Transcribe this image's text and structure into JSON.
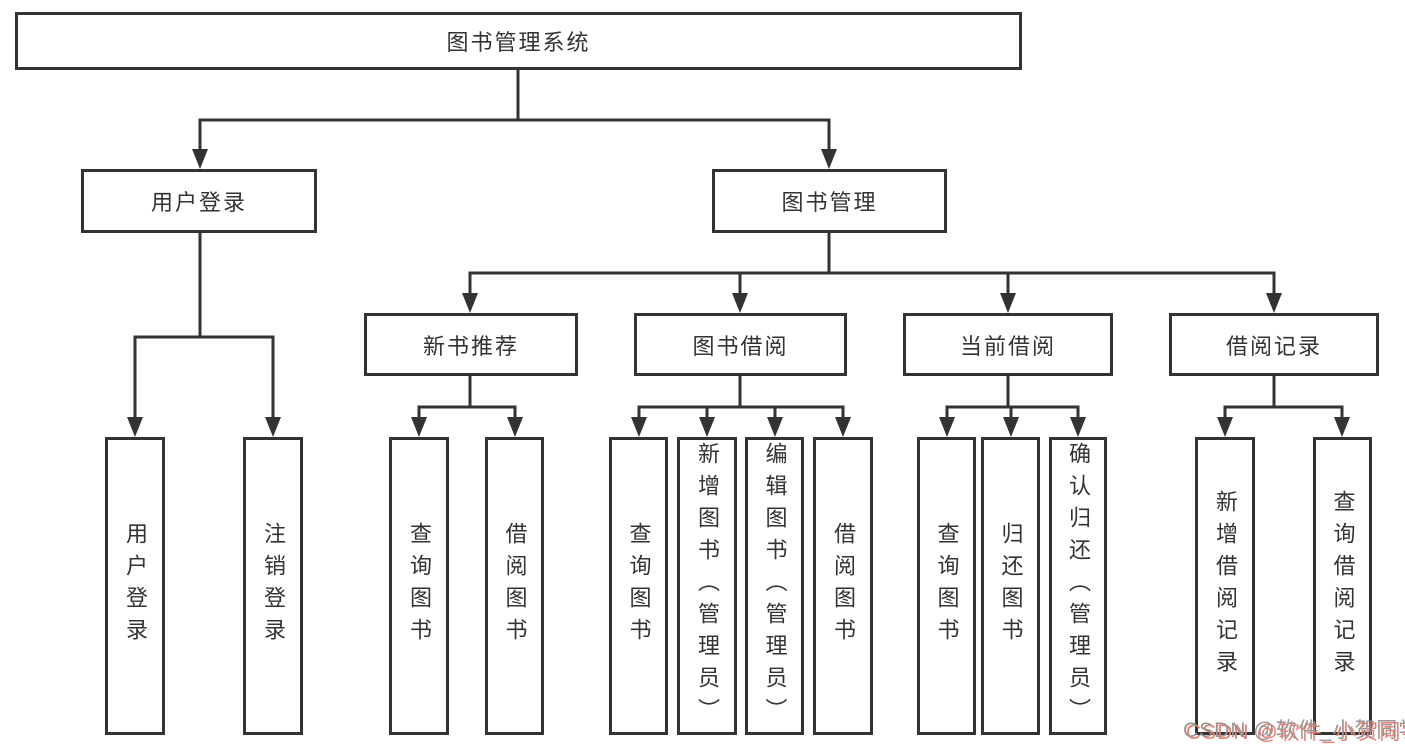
{
  "title": {
    "label": "图书管理系统"
  },
  "level2": [
    {
      "label": "用户登录"
    },
    {
      "label": "图书管理"
    }
  ],
  "level3": [
    {
      "label": "新书推荐"
    },
    {
      "label": "图书借阅"
    },
    {
      "label": "当前借阅"
    },
    {
      "label": "借阅记录"
    }
  ],
  "leaves": {
    "user_login": [
      {
        "label": "用户登录"
      },
      {
        "label": "注销登录"
      }
    ],
    "new_book": [
      {
        "label": "查询图书"
      },
      {
        "label": "借阅图书"
      }
    ],
    "book_borrow": [
      {
        "label": "查询图书"
      },
      {
        "label": "新增图书（管理员）"
      },
      {
        "label": "编辑图书（管理员）"
      },
      {
        "label": "借阅图书"
      }
    ],
    "current_borrow": [
      {
        "label": "查询图书"
      },
      {
        "label": "归还图书"
      },
      {
        "label": "确认归还（管理员）"
      }
    ],
    "borrow_records": [
      {
        "label": "新增借阅记录"
      },
      {
        "label": "查询借阅记录"
      }
    ]
  },
  "watermark": {
    "text": "CSDN @软件_小贺同学"
  },
  "colors": {
    "line": "#333333",
    "text": "#333333",
    "box_bg": "#ffffff",
    "watermark_gray": "#979797",
    "watermark_red": "#f07a6a"
  }
}
